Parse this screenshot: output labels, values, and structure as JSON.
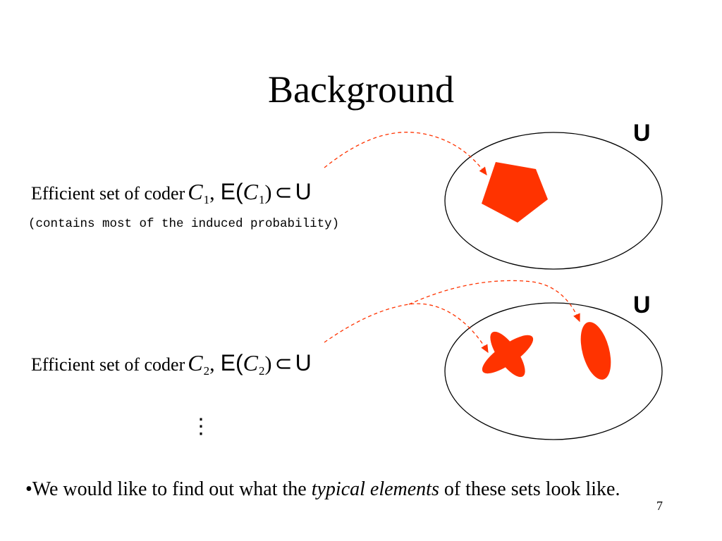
{
  "slide": {
    "title": "Background",
    "rows": [
      {
        "label": "Efficient set of coder",
        "symbol": "C",
        "index": "1",
        "comma": ",",
        "set_fn": "E(",
        "close_paren": ")",
        "subset": "⊂",
        "universe": "U",
        "note": "(contains most of the induced probability)"
      },
      {
        "label": "Efficient set of coder",
        "symbol": "C",
        "index": "2",
        "comma": ",",
        "set_fn": "E(",
        "close_paren": ")",
        "subset": "⊂",
        "universe": "U"
      }
    ],
    "universe_labels": [
      "U",
      "U"
    ],
    "ellipsis": "⋮",
    "bullet": {
      "prefix": "•We would like to find out what the ",
      "emphasis": "typical elements",
      "suffix": " of these sets look like."
    },
    "slide_number": "7",
    "colors": {
      "shape_fill": "#ff3300",
      "arrow": "#ff3300",
      "outline": "#000000"
    }
  }
}
